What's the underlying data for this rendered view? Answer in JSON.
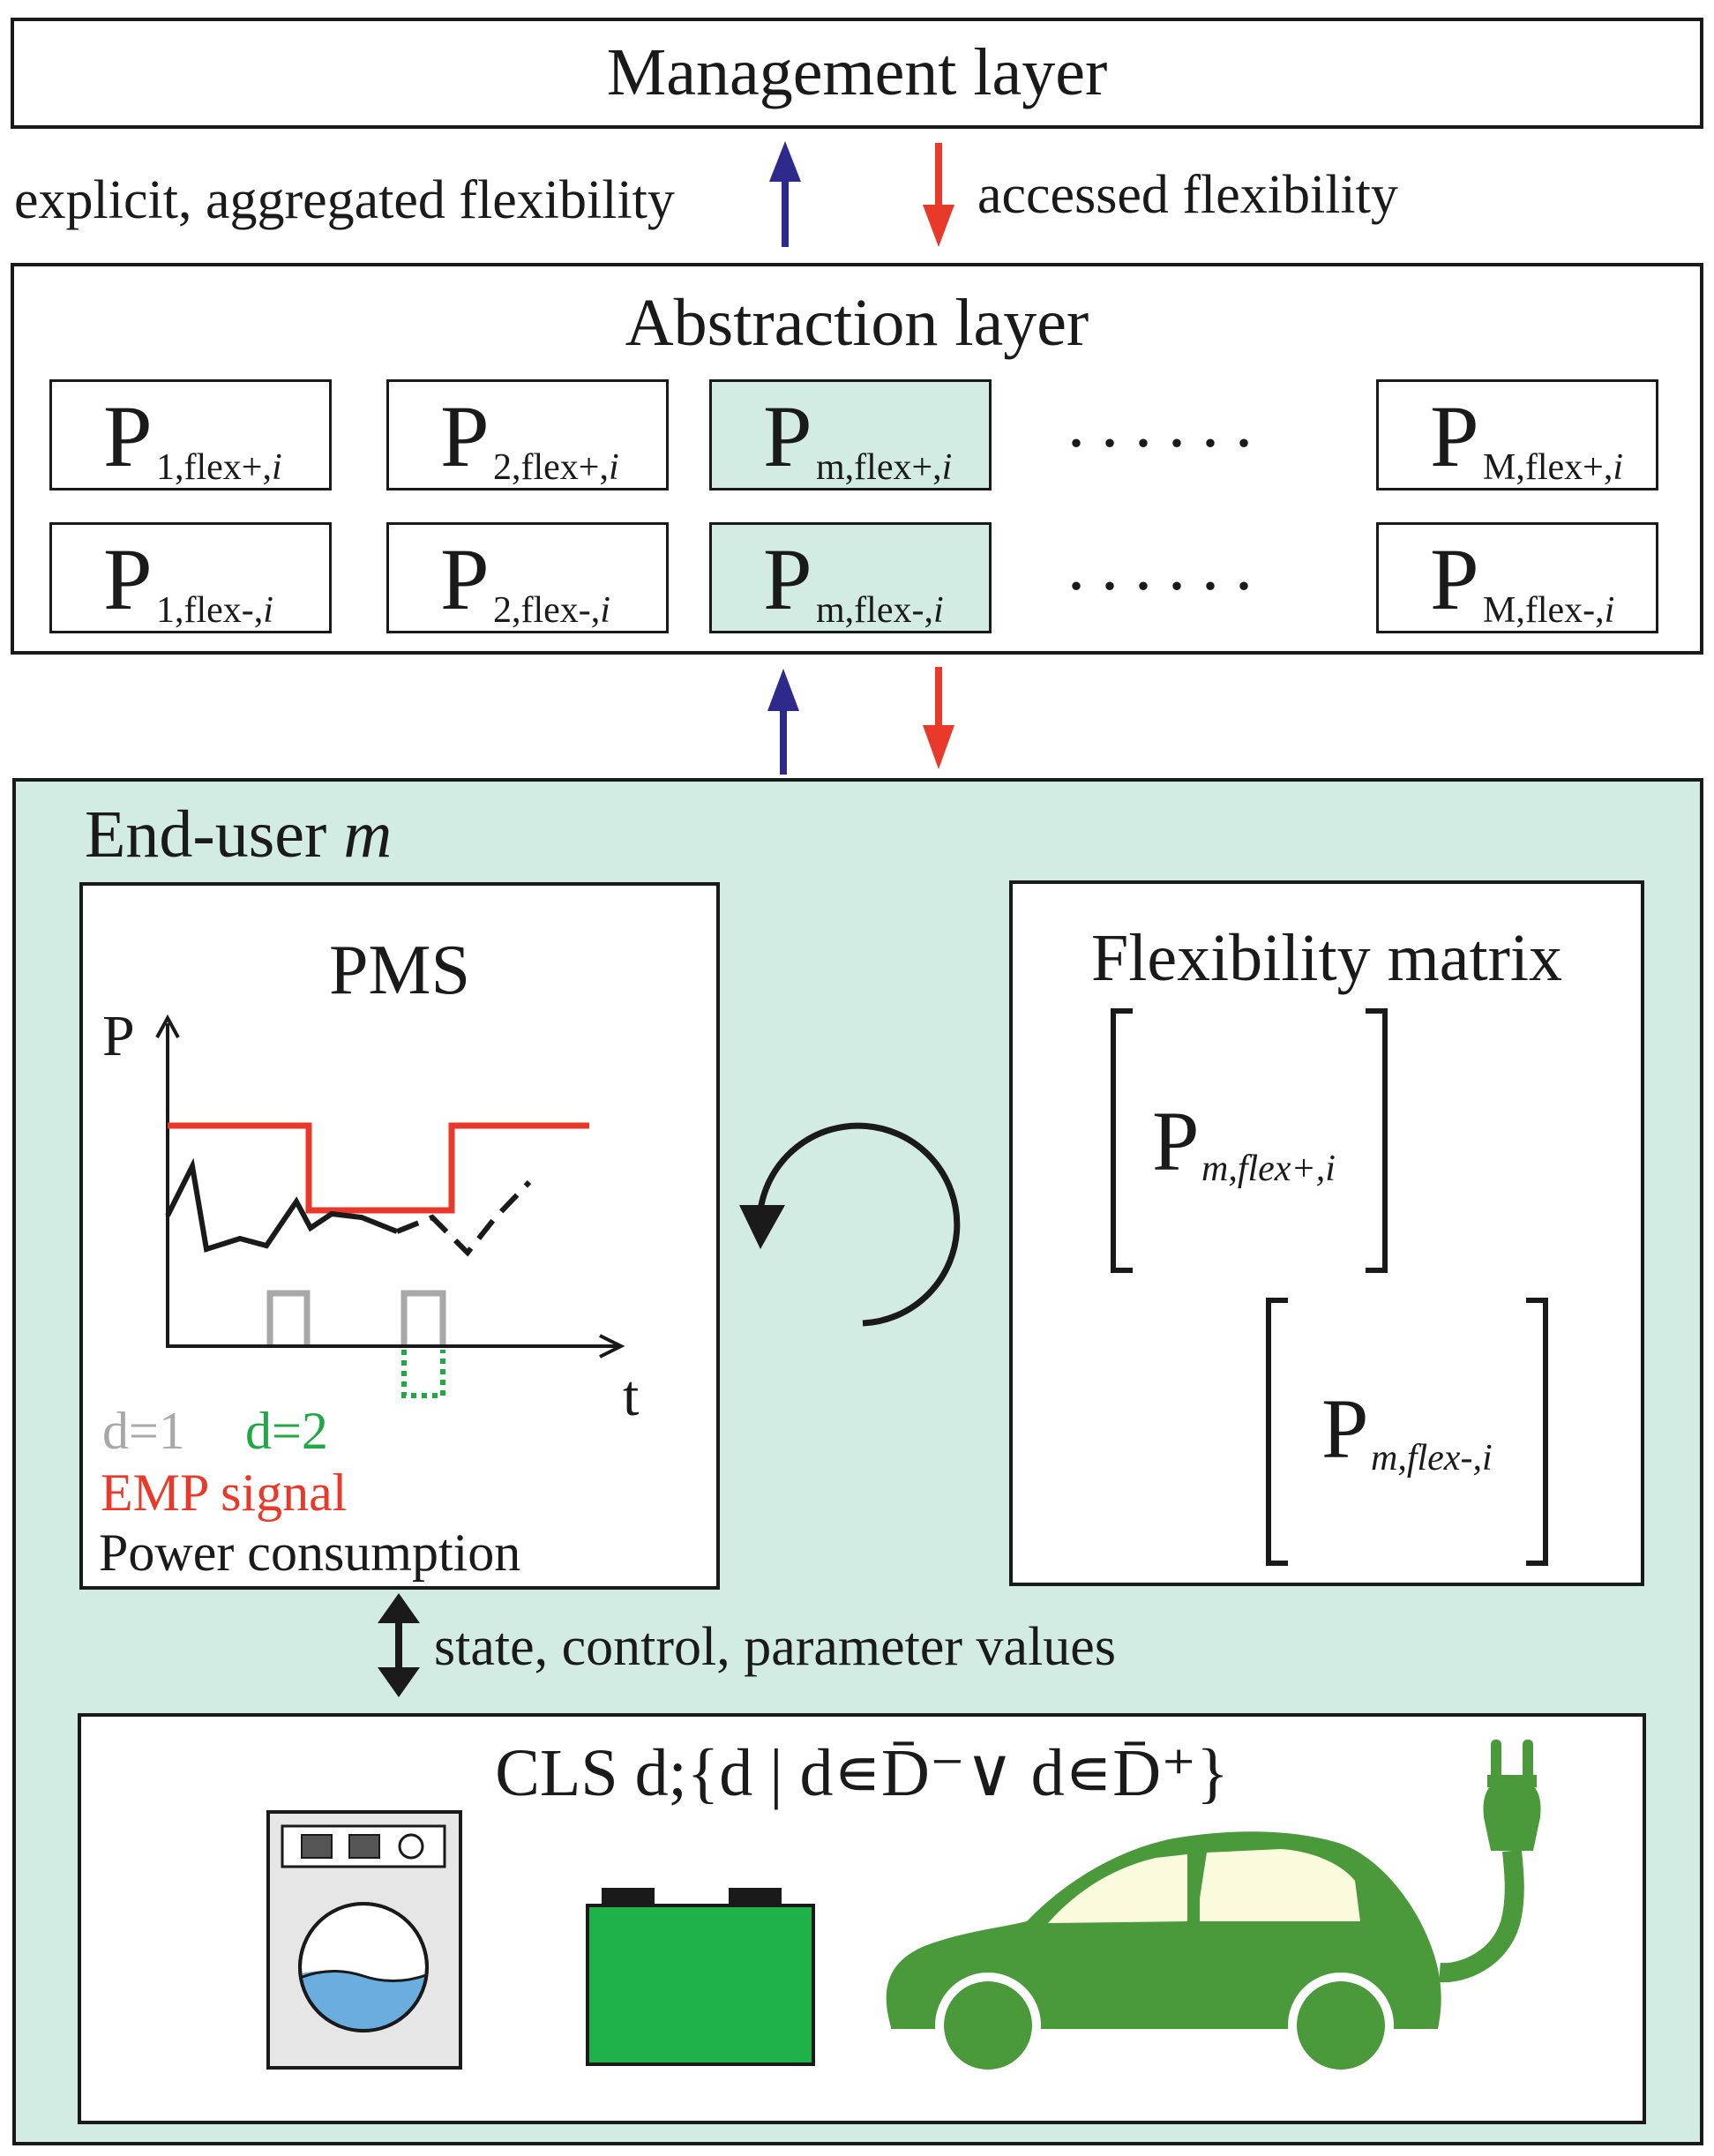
{
  "management": {
    "title": "Management layer"
  },
  "flows": {
    "up_label": "explicit, aggregated flexibility",
    "down_label": "accessed flexibility"
  },
  "abstraction": {
    "title": "Abstraction layer",
    "symbol": "P",
    "dots": "......",
    "row_plus": [
      "1,flex+,",
      "2,flex+,",
      "m,flex+,",
      "M,flex+,"
    ],
    "row_minus": [
      "1,flex-,",
      "2,flex-,",
      "m,flex-,",
      "M,flex-,"
    ],
    "index_italic": "i"
  },
  "end_user": {
    "title": "End-user ",
    "title_italic": "m",
    "pms": {
      "title": "PMS",
      "y_axis": "P",
      "x_axis": "t",
      "legend_d1": "d=1",
      "legend_d2": "d=2",
      "legend_emp": "EMP signal",
      "legend_power": "Power consumption"
    },
    "flex_matrix": {
      "title": "Flexibility matrix",
      "entry_plus_sym": "P",
      "entry_plus_sub": "m,flex+,i",
      "entry_minus_sym": "P",
      "entry_minus_sub": "m,flex-,i"
    },
    "link_label": "state, control, parameter values",
    "cls": {
      "title": "CLS d;{d | d∊D̄⁻∨ d∊D̄⁺}",
      "devices": [
        "washing-machine-icon",
        "battery-icon",
        "electric-car-icon"
      ],
      "battery_plus": "+",
      "battery_minus": "−"
    }
  },
  "colors": {
    "up_arrow": "#2e2a8c",
    "down_arrow": "#e8392a",
    "teal": "#d2ece3",
    "emp_red": "#e8392a",
    "grey": "#a8a8a8",
    "green": "#1fa843",
    "car_green": "#4a9a3c",
    "battery_green": "#1fb24a",
    "water_blue": "#6aaee0"
  }
}
